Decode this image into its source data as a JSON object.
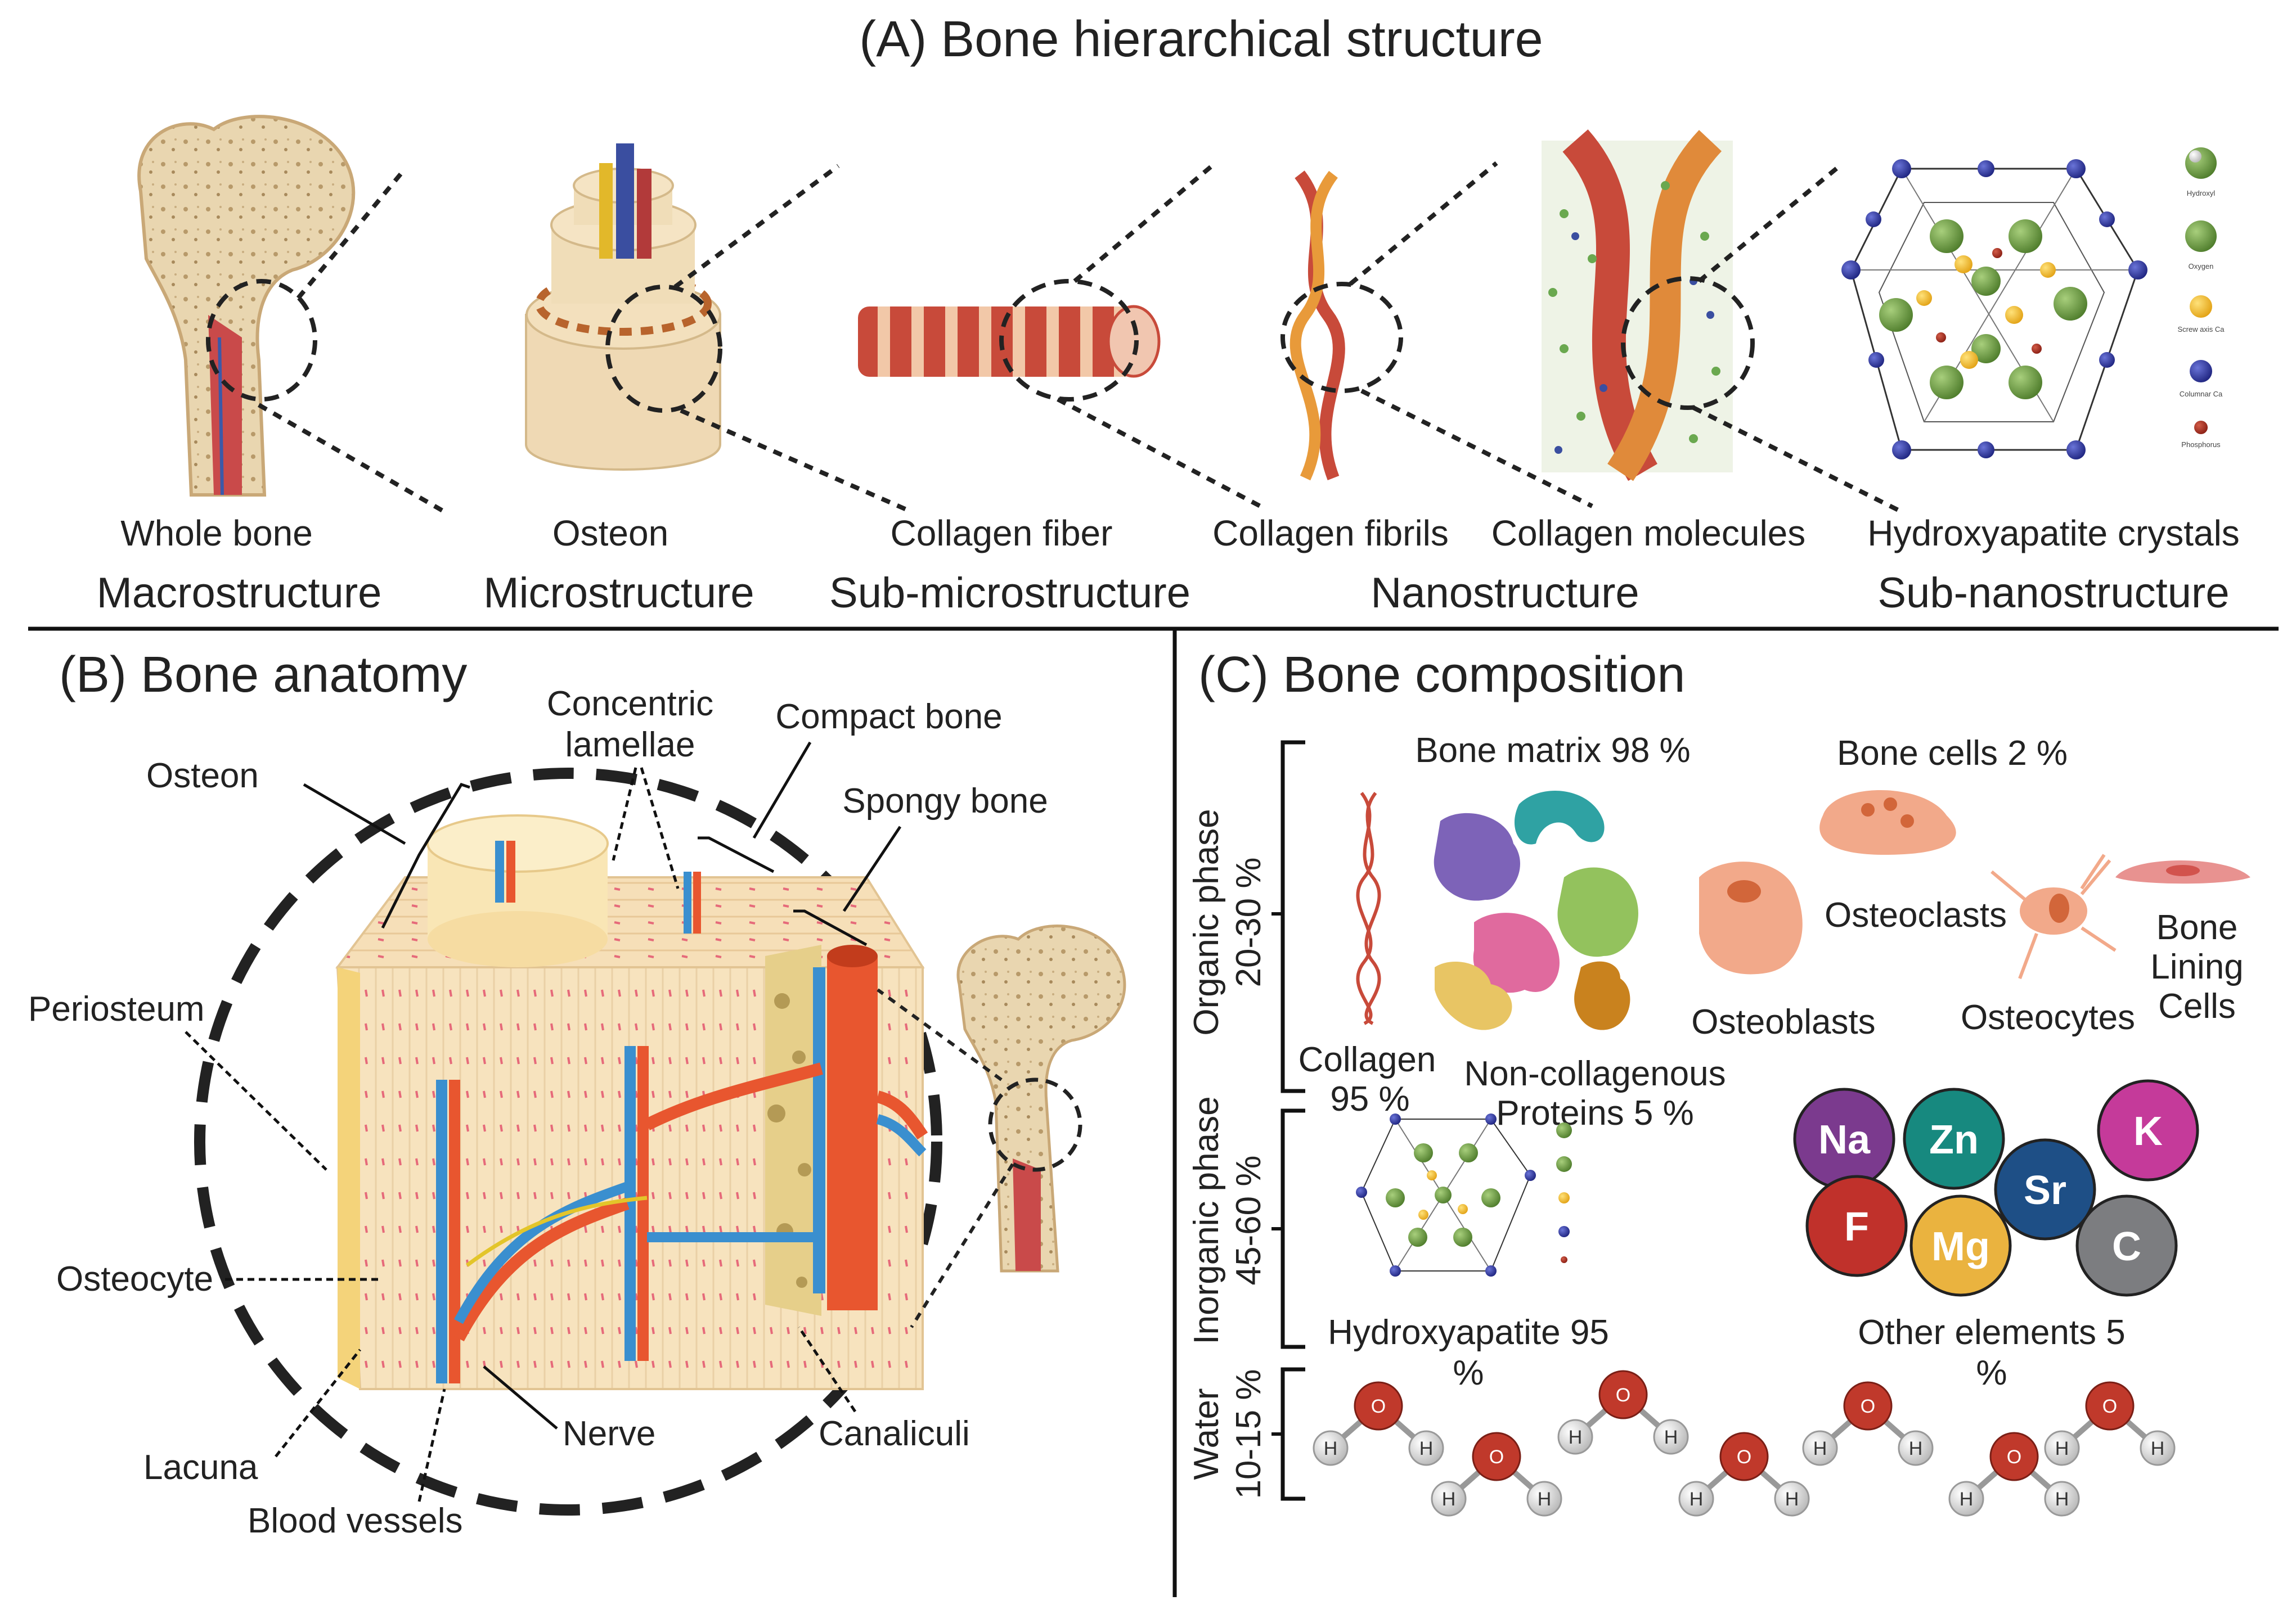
{
  "panelA": {
    "title": "(A) Bone hierarchical structure",
    "items": [
      {
        "name": "Whole bone",
        "scale": "Macrostructure"
      },
      {
        "name": "Osteon",
        "scale": "Microstructure"
      },
      {
        "name": "Collagen fiber",
        "scale": "Sub-microstructure"
      },
      {
        "name": "Collagen fibrils",
        "scale": ""
      },
      {
        "name": "Collagen molecules",
        "scale": "Nanostructure"
      },
      {
        "name": "Hydroxyapatite crystals",
        "scale": "Sub-nanostructure"
      }
    ],
    "crystal_legend": [
      "Hydroxyl",
      "Oxygen",
      "Screw axis Ca",
      "Columnar Ca",
      "Phosphorus"
    ]
  },
  "panelB": {
    "title": "(B) Bone anatomy",
    "labels": {
      "osteon": "Osteon",
      "concentric_1": "Concentric",
      "concentric_2": "lamellae",
      "compact": "Compact bone",
      "spongy": "Spongy bone",
      "periosteum": "Periosteum",
      "osteocyte": "Osteocyte",
      "lacuna": "Lacuna",
      "blood_vessels": "Blood vessels",
      "nerve": "Nerve",
      "canaliculi": "Canaliculi"
    }
  },
  "panelC": {
    "title": "(C) Bone composition",
    "organic": {
      "line1": "Organic phase",
      "line2": "20-30 %"
    },
    "inorganic": {
      "line1": "Inorganic phase",
      "line2": "45-60 %"
    },
    "water": {
      "line1": "Water",
      "line2": "10-15 %"
    },
    "bone_matrix": "Bone matrix 98 %",
    "bone_cells": "Bone cells 2 %",
    "collagen_1": "Collagen",
    "collagen_2": "95 %",
    "ncp_1": "Non-collagenous",
    "ncp_2": "Proteins 5 %",
    "osteoblasts": "Osteoblasts",
    "osteoclasts": "Osteoclasts",
    "osteocytes": "Osteocytes",
    "lining_1": "Bone",
    "lining_2": "Lining",
    "lining_3": "Cells",
    "hydroxyapatite_1": "Hydroxyapatite 95",
    "hydroxyapatite_2": "%",
    "other_1": "Other elements 5",
    "other_2": "%",
    "elements": [
      {
        "symbol": "Na",
        "color": "#7b3a8e"
      },
      {
        "symbol": "Zn",
        "color": "#17897f"
      },
      {
        "symbol": "K",
        "color": "#c53a9a"
      },
      {
        "symbol": "Sr",
        "color": "#1e4f86"
      },
      {
        "symbol": "F",
        "color": "#c0312b"
      },
      {
        "symbol": "Mg",
        "color": "#eab33f"
      },
      {
        "symbol": "C",
        "color": "#7c7d80"
      }
    ],
    "water_atoms": {
      "oxygen": "O",
      "hydrogen": "H"
    }
  }
}
